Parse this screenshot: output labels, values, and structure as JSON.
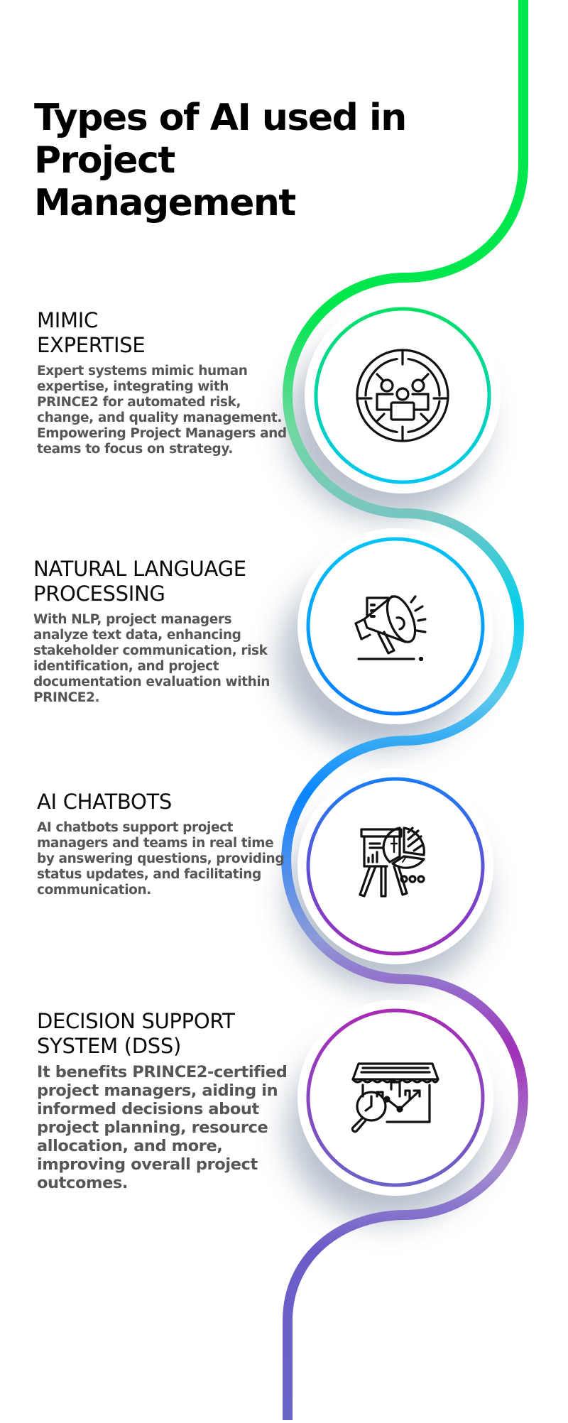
{
  "title": "Types of AI used in Project Management",
  "colors": {
    "path_top": "#00e64d",
    "path_teal": "#00d4e6",
    "path_blue": "#0a84ff",
    "path_purple": "#a030b8",
    "path_bottom": "#6a66c8",
    "heading": "#0a0a0a",
    "body_text": "#565656"
  },
  "sections": [
    {
      "heading": "MIMIC EXPERTISE",
      "heading_lines": [
        "MIMIC",
        "EXPERTISE"
      ],
      "body": "Expert systems mimic human expertise, integrating with PRINCE2 for automated risk, change, and quality management. Empowering Project Managers and teams to focus on strategy.",
      "icon": "target-team-icon",
      "ring_colors": [
        "#00e064",
        "#00c8f0"
      ]
    },
    {
      "heading": "NATURAL LANGUAGE PROCESSING",
      "heading_lines": [
        "NATURAL LANGUAGE",
        "PROCESSING"
      ],
      "body": "With NLP, project managers analyze text data, enhancing stakeholder communication, risk identification, and project documentation evaluation within PRINCE2.",
      "icon": "megaphone-icon",
      "ring_colors": [
        "#00c4f5",
        "#0a7cff"
      ]
    },
    {
      "heading": "AI CHATBOTS",
      "heading_lines": [
        "AI CHATBOTS"
      ],
      "body": "AI chatbots support project managers and teams in real time by answering questions, providing status updates, and facilitating communication.",
      "icon": "presentation-pie-chart-icon",
      "ring_colors": [
        "#1a7cf5",
        "#a02cb8"
      ]
    },
    {
      "heading": "DECISION SUPPORT SYSTEM (DSS)",
      "heading_lines": [
        "DECISION SUPPORT",
        "SYSTEM (DSS)"
      ],
      "body": "It benefits PRINCE2-certified project managers, aiding in informed decisions about project planning, resource allocation, and more, improving overall project outcomes.",
      "icon": "store-analytics-icon",
      "ring_colors": [
        "#a82cb4",
        "#6a62c8"
      ]
    }
  ]
}
